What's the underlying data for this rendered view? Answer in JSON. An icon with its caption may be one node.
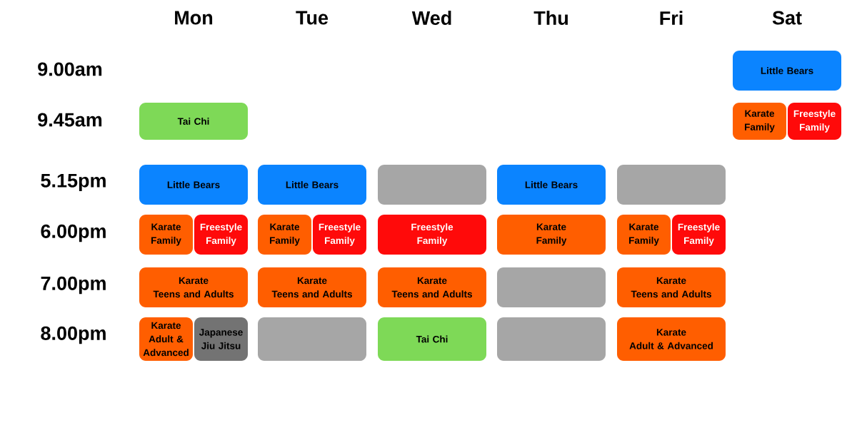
{
  "diagram": {
    "nodes": [
      {
        "text": [
          "Little Bears"
        ]
      },
      {
        "text": [
          "Tai Chi"
        ]
      },
      {
        "text": [
          "Karate",
          "Family"
        ]
      },
      {
        "text": [
          "Freestyle",
          "Family"
        ]
      },
      {
        "text": [
          "Little Bears"
        ]
      },
      {
        "text": [
          "Little Bears"
        ]
      },
      {
        "text": [],
        "shape": "box"
      },
      {
        "text": [
          "Little Bears"
        ]
      },
      {
        "text": [],
        "shape": "box"
      },
      {
        "text": [
          "Karate",
          "Family"
        ]
      },
      {
        "text": [
          "Freestyle",
          "Family"
        ]
      },
      {
        "text": [
          "Karate",
          "Family"
        ]
      },
      {
        "text": [
          "Freestyle",
          "Family"
        ]
      },
      {
        "text": [
          "Freestyle",
          "Family"
        ]
      },
      {
        "text": [
          "Karate",
          "Family"
        ]
      },
      {
        "text": [
          "Karate",
          "Family"
        ]
      },
      {
        "text": [
          "Freestyle",
          "Family"
        ]
      },
      {
        "text": [
          "Karate",
          "Teens and Adults"
        ]
      },
      {
        "text": [
          "Karate",
          "Teens and Adults"
        ]
      },
      {
        "text": [
          "Karate",
          "Teens and Adults"
        ]
      },
      {
        "text": [],
        "shape": "box"
      },
      {
        "text": [
          "Karate",
          "Teens and Adults"
        ]
      },
      {
        "text": [
          "Karate",
          "Adult & Advanced"
        ]
      },
      {
        "text": [
          "Japanese Jiu Jitsu"
        ]
      },
      {
        "text": [],
        "shape": "box"
      },
      {
        "text": [
          "Tai Chi"
        ]
      },
      {
        "text": [],
        "shape": "box"
      },
      {
        "text": [
          "Karate",
          "Adult & Advanced"
        ]
      }
    ],
    "labels": [
      "Mon",
      "Tue",
      "Wed",
      "Thu",
      "Fri",
      "Sat",
      "9.00am",
      "9.45am",
      "5.15pm",
      "6.00pm",
      "7.00pm",
      "8.00pm"
    ]
  }
}
